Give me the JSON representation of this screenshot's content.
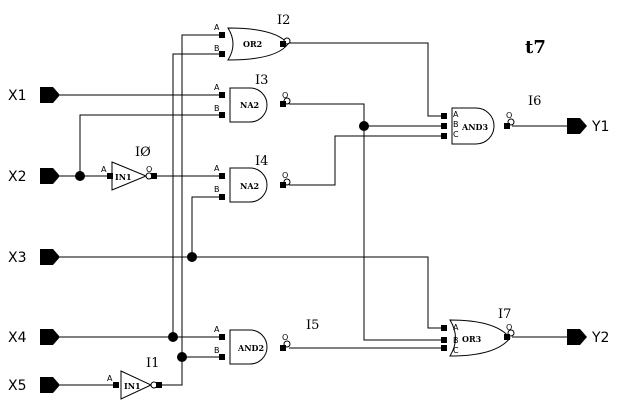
{
  "title": "t7",
  "inputs": [
    "X1",
    "X2",
    "X3",
    "X4",
    "X5"
  ],
  "outputs": [
    "Y1",
    "Y2"
  ],
  "instances": {
    "I0": {
      "label": "IØ",
      "type": "IN1"
    },
    "I1": {
      "label": "I1",
      "type": "IN1"
    },
    "I2": {
      "label": "I2",
      "type": "OR2"
    },
    "I3": {
      "label": "I3",
      "type": "NA2"
    },
    "I4": {
      "label": "I4",
      "type": "NA2"
    },
    "I5": {
      "label": "I5",
      "type": "AND2"
    },
    "I6": {
      "label": "I6",
      "type": "AND3"
    },
    "I7": {
      "label": "I7",
      "type": "OR3"
    }
  },
  "pins": {
    "a": "A",
    "b": "B",
    "c": "C",
    "o": "O"
  }
}
